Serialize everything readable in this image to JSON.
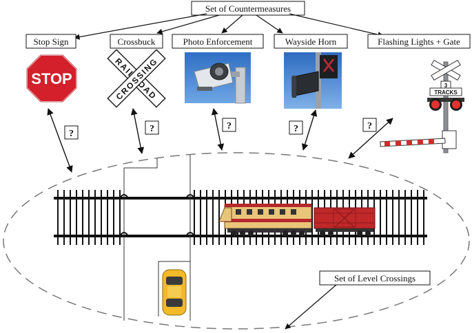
{
  "root_label": "Set of Countermeasures",
  "countermeasures": [
    {
      "label": "Stop Sign",
      "icon": "stop-sign-icon"
    },
    {
      "label": "Crossbuck",
      "icon": "crossbuck-icon"
    },
    {
      "label": "Photo Enforcement",
      "icon": "camera-icon"
    },
    {
      "label": "Wayside Horn",
      "icon": "horn-icon"
    },
    {
      "label": "Flashing Lights + Gate",
      "icon": "crossing-gate-icon"
    }
  ],
  "question_mark": "?",
  "crossings_label": "Set of Level Crossings",
  "signs": {
    "stop": "STOP",
    "crossbuck_a": "RAILROAD",
    "crossbuck_b": "CROSSING",
    "tracks_count": "3",
    "tracks_word": "TRACKS"
  },
  "colors": {
    "stop_red": "#d3202a",
    "sky_blue": "#3a7fd0",
    "rail": "#111111",
    "locomotive_yellow": "#e9c57a",
    "locomotive_red": "#b5282b",
    "boxcar_red": "#c0282a",
    "car_yellow": "#f2b928"
  }
}
